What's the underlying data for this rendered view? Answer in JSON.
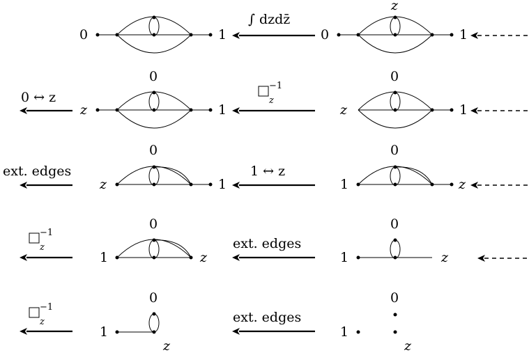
{
  "labels": {
    "zero": "0",
    "one": "1",
    "z": "z"
  },
  "ops": {
    "integral": "∫ dzdz̄",
    "box": "□",
    "box_sub": "z",
    "box_sup": "−1",
    "swap_0z": "0 ↔ z",
    "swap_1z": "1 ↔ z",
    "ext_edges": "ext. edges"
  }
}
